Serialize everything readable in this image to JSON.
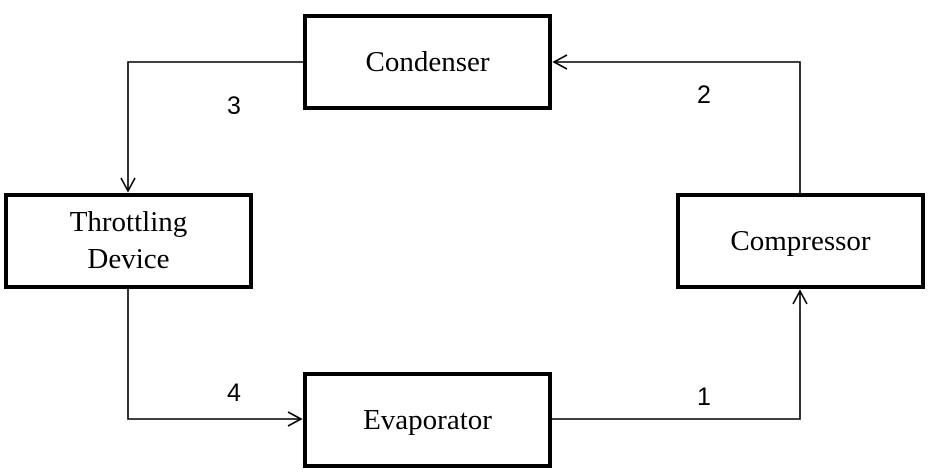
{
  "components": {
    "condenser": "Condenser",
    "compressor": "Compressor",
    "throttling_line1": "Throttling",
    "throttling_line2": "Device",
    "evaporator": "Evaporator"
  },
  "state_points": {
    "p1": "1",
    "p2": "2",
    "p3": "3",
    "p4": "4"
  },
  "colors": {
    "line": "#000000",
    "background": "#ffffff"
  }
}
